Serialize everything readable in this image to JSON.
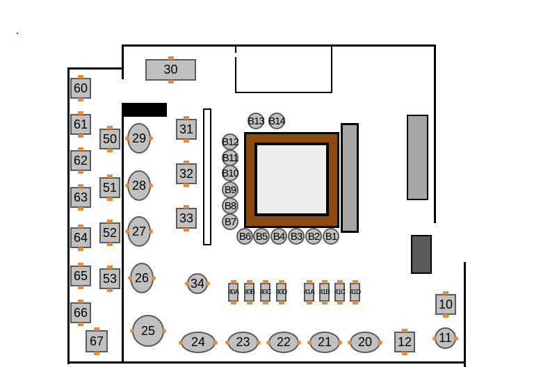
{
  "tables": {
    "t60": "60",
    "t61": "61",
    "t62": "62",
    "t63": "63",
    "t64": "64",
    "t65": "65",
    "t66": "66",
    "t67": "67",
    "t50": "50",
    "t51": "51",
    "t52": "52",
    "t53": "53",
    "t29": "29",
    "t28": "28",
    "t27": "27",
    "t26": "26",
    "t25": "25",
    "t30": "30",
    "t31": "31",
    "t32": "32",
    "t33": "33",
    "t34": "34",
    "t24": "24",
    "t23": "23",
    "t22": "22",
    "t21": "21",
    "t20": "20",
    "t12": "12",
    "t11": "11",
    "t10": "10",
    "t40a": "40A",
    "t40b": "40B",
    "t40c": "40C",
    "t40d": "40D",
    "t41a": "41A",
    "t41b": "41B",
    "t41c": "41C",
    "t41d": "41D"
  },
  "bar_stools": {
    "b1": "B1",
    "b2": "B2",
    "b3": "B3",
    "b4": "B4",
    "b5": "B5",
    "b6": "B6",
    "b7": "B7",
    "b8": "B8",
    "b9": "B9",
    "b10": "B10",
    "b11": "B11",
    "b12": "B12",
    "b13": "B13",
    "b14": "B14"
  },
  "colors": {
    "table": "#c0c0c0",
    "chair": "#e88a3a",
    "bar": "#8b4a0b",
    "wall": "#000000"
  }
}
